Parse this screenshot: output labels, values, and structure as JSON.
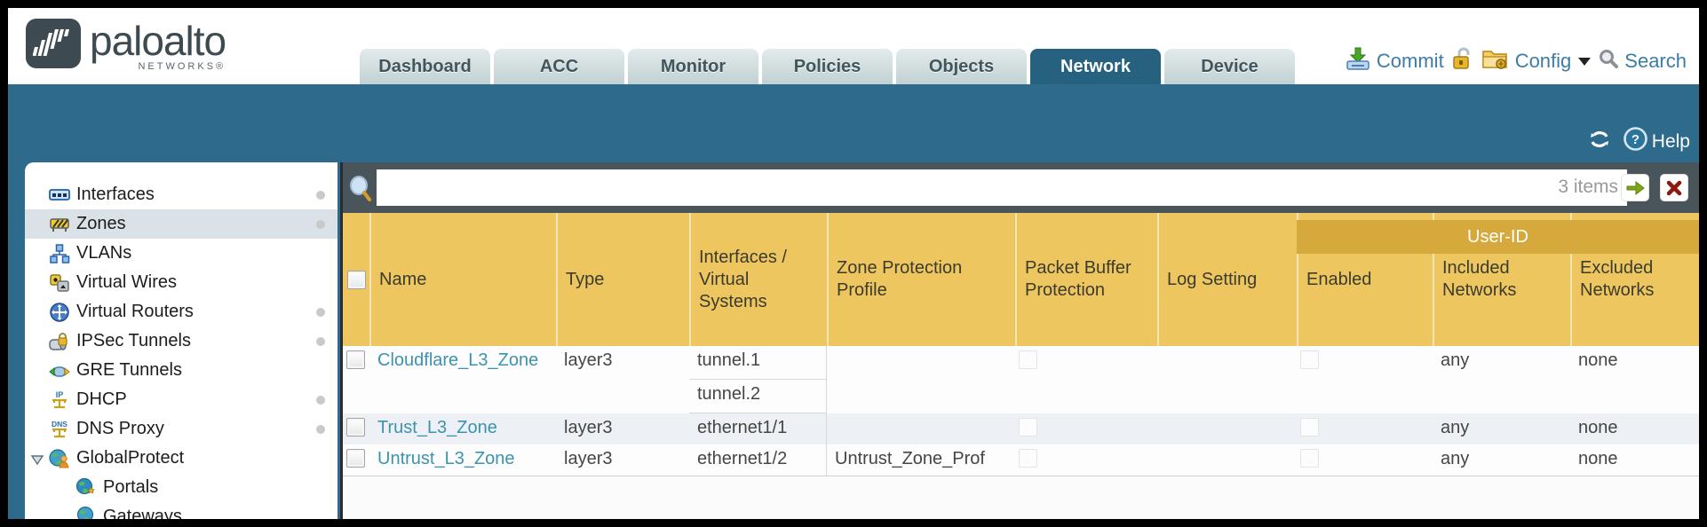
{
  "header": {
    "logo": {
      "brand": "paloalto",
      "sub": "NETWORKS®"
    },
    "tabs": [
      {
        "label": "Dashboard",
        "active": false
      },
      {
        "label": "ACC",
        "active": false
      },
      {
        "label": "Monitor",
        "active": false
      },
      {
        "label": "Policies",
        "active": false
      },
      {
        "label": "Objects",
        "active": false
      },
      {
        "label": "Network",
        "active": true
      },
      {
        "label": "Device",
        "active": false
      }
    ],
    "actions": {
      "commit": "Commit",
      "config": "Config",
      "search": "Search"
    }
  },
  "band": {
    "help": "Help"
  },
  "sidebar": {
    "items": [
      {
        "label": "Interfaces",
        "icon": "interfaces-icon",
        "dot": true,
        "selected": false,
        "child": false,
        "expander": false
      },
      {
        "label": "Zones",
        "icon": "zones-icon",
        "dot": true,
        "selected": true,
        "child": false,
        "expander": false
      },
      {
        "label": "VLANs",
        "icon": "vlans-icon",
        "dot": false,
        "selected": false,
        "child": false,
        "expander": false
      },
      {
        "label": "Virtual Wires",
        "icon": "virtual-wires-icon",
        "dot": false,
        "selected": false,
        "child": false,
        "expander": false
      },
      {
        "label": "Virtual Routers",
        "icon": "virtual-routers-icon",
        "dot": true,
        "selected": false,
        "child": false,
        "expander": false
      },
      {
        "label": "IPSec Tunnels",
        "icon": "ipsec-tunnels-icon",
        "dot": true,
        "selected": false,
        "child": false,
        "expander": false
      },
      {
        "label": "GRE Tunnels",
        "icon": "gre-tunnels-icon",
        "dot": false,
        "selected": false,
        "child": false,
        "expander": false
      },
      {
        "label": "DHCP",
        "icon": "dhcp-icon",
        "dot": true,
        "selected": false,
        "child": false,
        "expander": false
      },
      {
        "label": "DNS Proxy",
        "icon": "dns-proxy-icon",
        "dot": true,
        "selected": false,
        "child": false,
        "expander": false
      },
      {
        "label": "GlobalProtect",
        "icon": "globalprotect-icon",
        "dot": false,
        "selected": false,
        "child": false,
        "expander": true
      },
      {
        "label": "Portals",
        "icon": "portals-icon",
        "dot": false,
        "selected": false,
        "child": true,
        "expander": false
      },
      {
        "label": "Gateways",
        "icon": "gateways-icon",
        "dot": false,
        "selected": false,
        "child": true,
        "expander": false
      }
    ]
  },
  "filter": {
    "value": "",
    "count": "3 items"
  },
  "table": {
    "group_header": "User-ID",
    "columns": [
      "Name",
      "Type",
      "Interfaces / Virtual Systems",
      "Zone Protection Profile",
      "Packet Buffer Protection",
      "Log Setting",
      "Enabled",
      "Included Networks",
      "Excluded Networks"
    ],
    "rows": [
      {
        "name": "Cloudflare_L3_Zone",
        "type": "layer3",
        "interfaces": [
          "tunnel.1",
          "tunnel.2"
        ],
        "zone_protection_profile": "",
        "log_setting": "",
        "included_networks": "any",
        "excluded_networks": "none"
      },
      {
        "name": "Trust_L3_Zone",
        "type": "layer3",
        "interfaces": [
          "ethernet1/1"
        ],
        "zone_protection_profile": "",
        "log_setting": "",
        "included_networks": "any",
        "excluded_networks": "none"
      },
      {
        "name": "Untrust_L3_Zone",
        "type": "layer3",
        "interfaces": [
          "ethernet1/2"
        ],
        "zone_protection_profile": "Untrust_Zone_Prof",
        "log_setting": "",
        "included_networks": "any",
        "excluded_networks": "none"
      }
    ]
  },
  "colors": {
    "teal_background": "#2e6a8b",
    "active_tab": "#26617f",
    "table_header_gold": "#eec65f",
    "group_band_gold": "#d5a93c",
    "action_link_blue": "#3d7ca6",
    "zone_link_teal": "#3b93af",
    "filter_bar_gray": "#4a545b",
    "alt_row": "#edf1f5"
  }
}
